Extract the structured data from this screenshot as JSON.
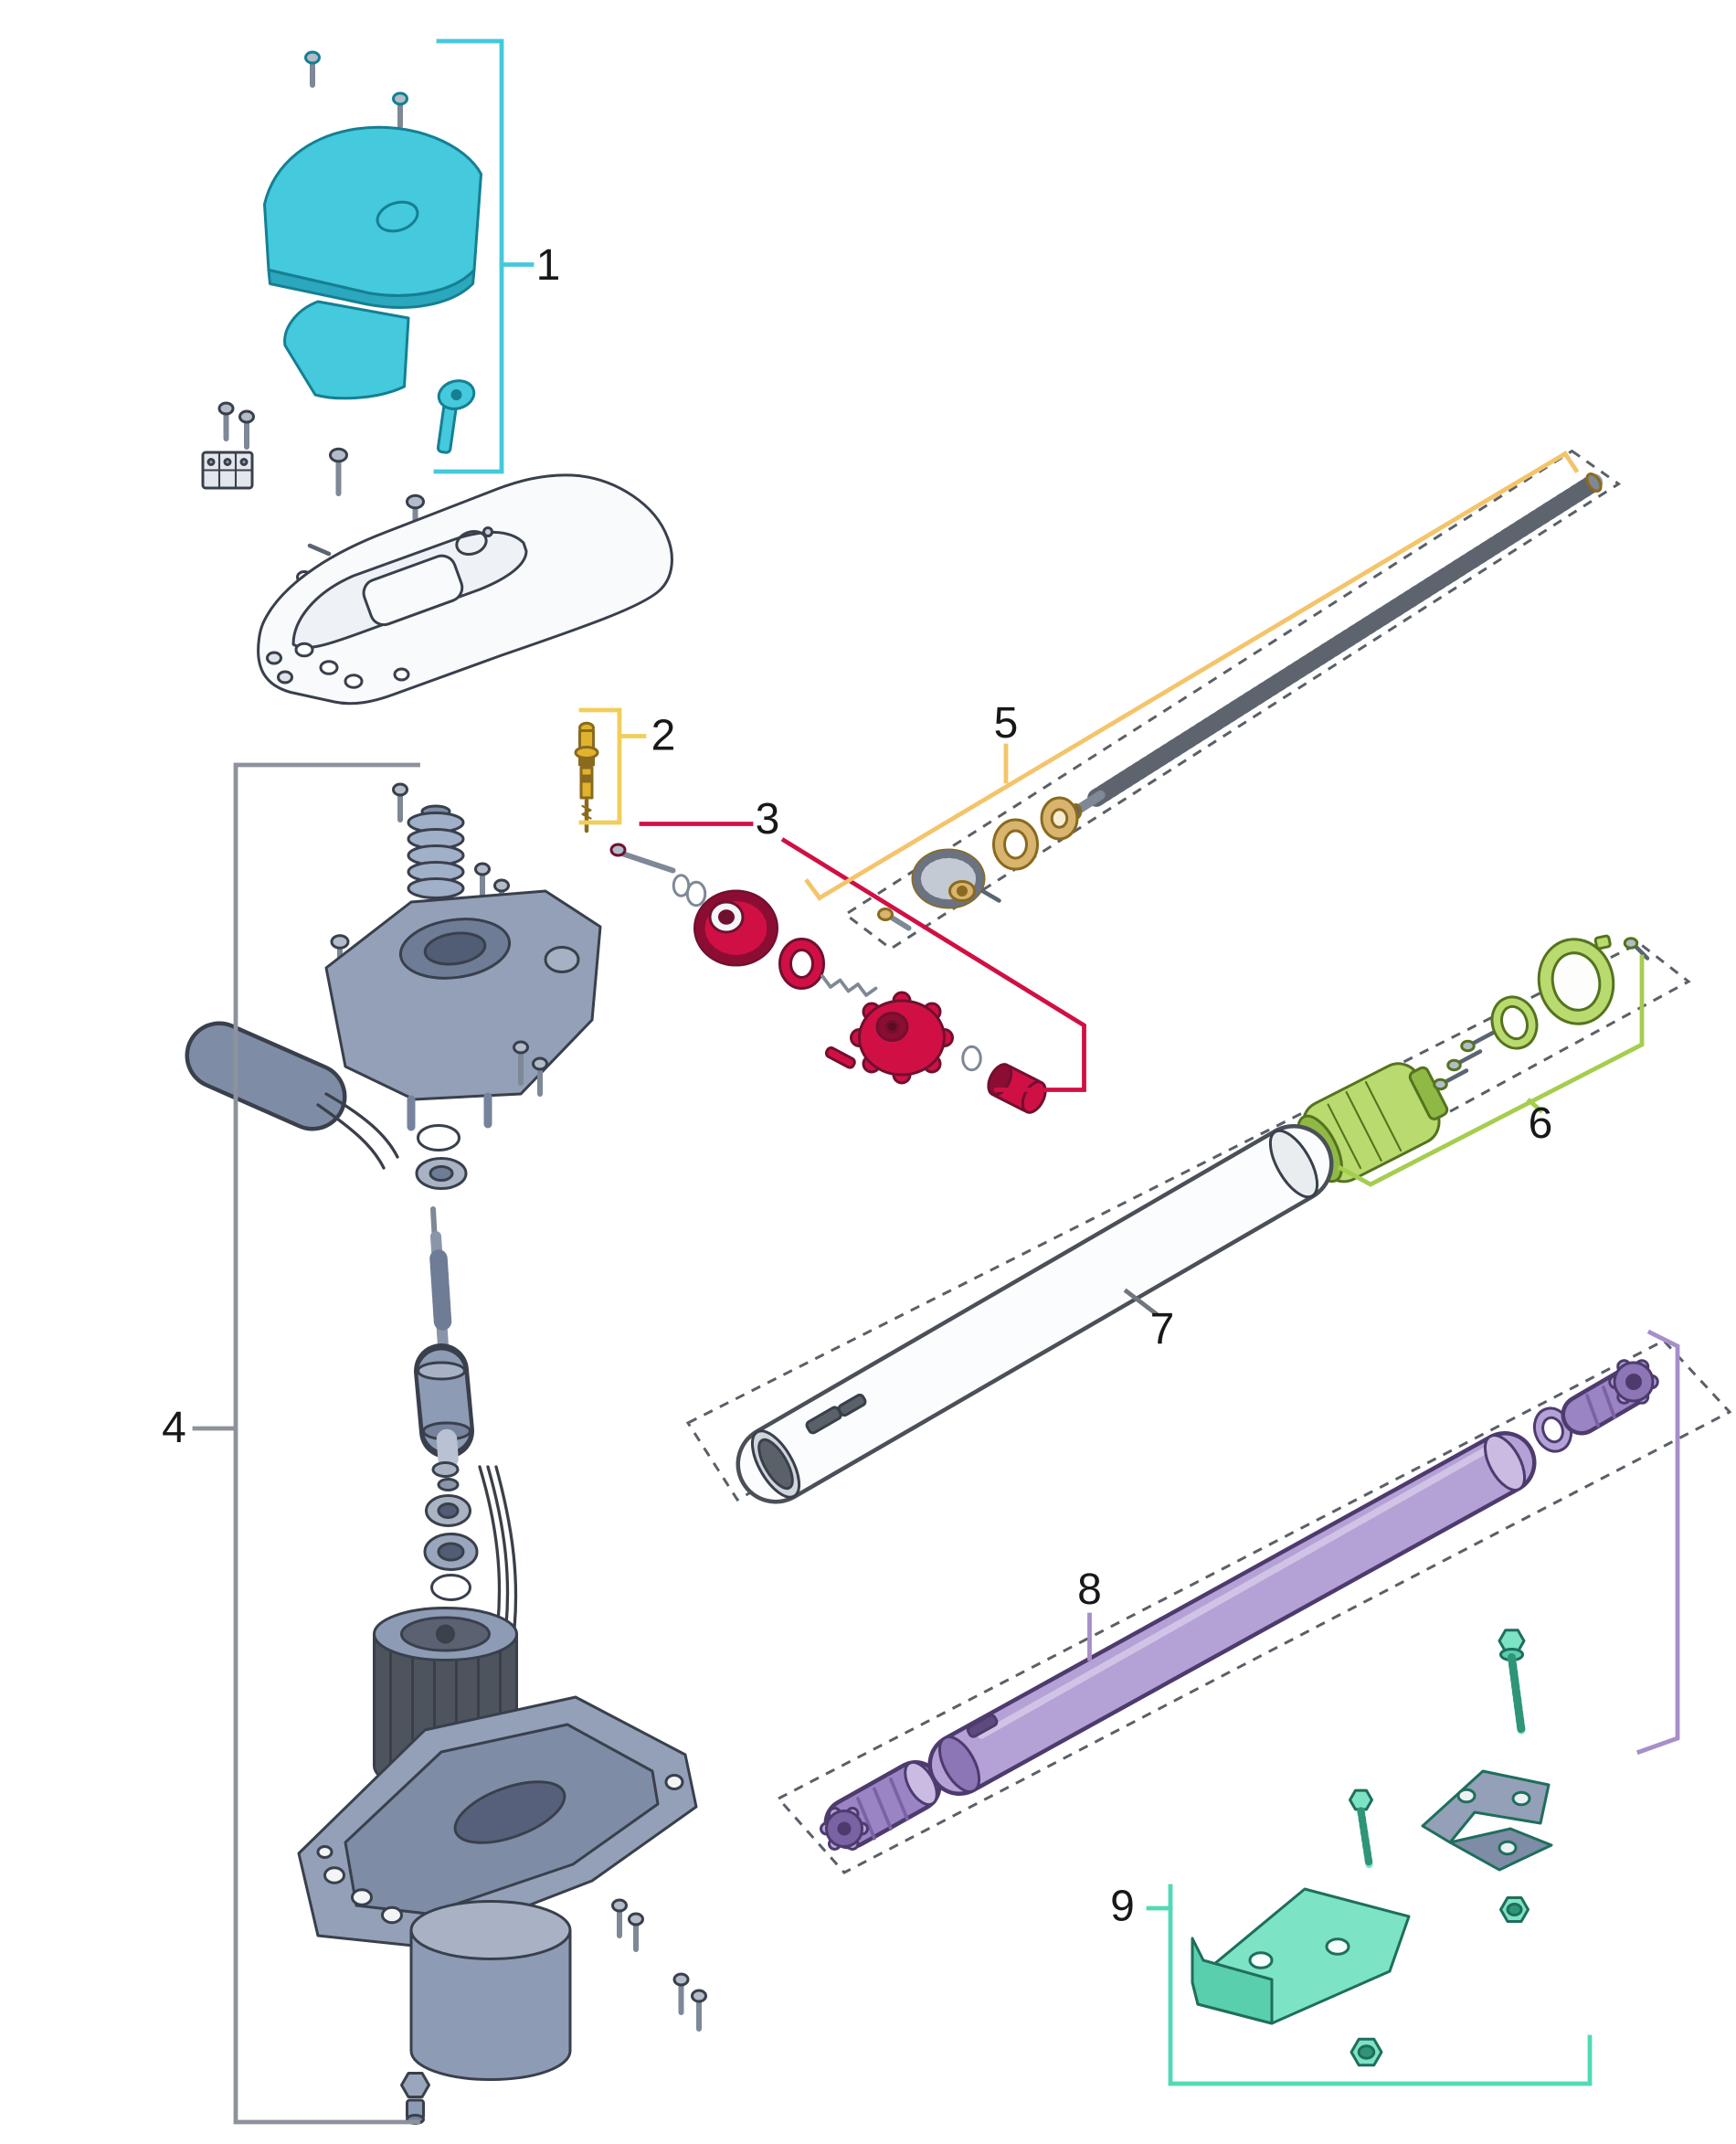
{
  "diagram": {
    "background": "#ffffff",
    "dashed_color": "#5a6068",
    "label_color": "#17181a",
    "groups": [
      {
        "label": "1",
        "color": "#45c9dc",
        "bracket": "#45c9dc"
      },
      {
        "label": "2",
        "color": "#dfb32c",
        "bracket": "#f0ce5a"
      },
      {
        "label": "3",
        "color": "#d01045",
        "bracket": "#d01045"
      },
      {
        "label": "4",
        "color": "#93a0b8",
        "bracket": "#8d929c"
      },
      {
        "label": "5",
        "color": "#d8b46e",
        "bracket": "#f4c46a"
      },
      {
        "label": "6",
        "color": "#b9da6e",
        "bracket": "#a5cd4e"
      },
      {
        "label": "7",
        "color": "#fbfcfd",
        "bracket": "#70767e"
      },
      {
        "label": "8",
        "color": "#b4a1d5",
        "bracket": "#a78fc9"
      },
      {
        "label": "9",
        "color": "#7de3c5",
        "bracket": "#52d9b6"
      }
    ]
  }
}
